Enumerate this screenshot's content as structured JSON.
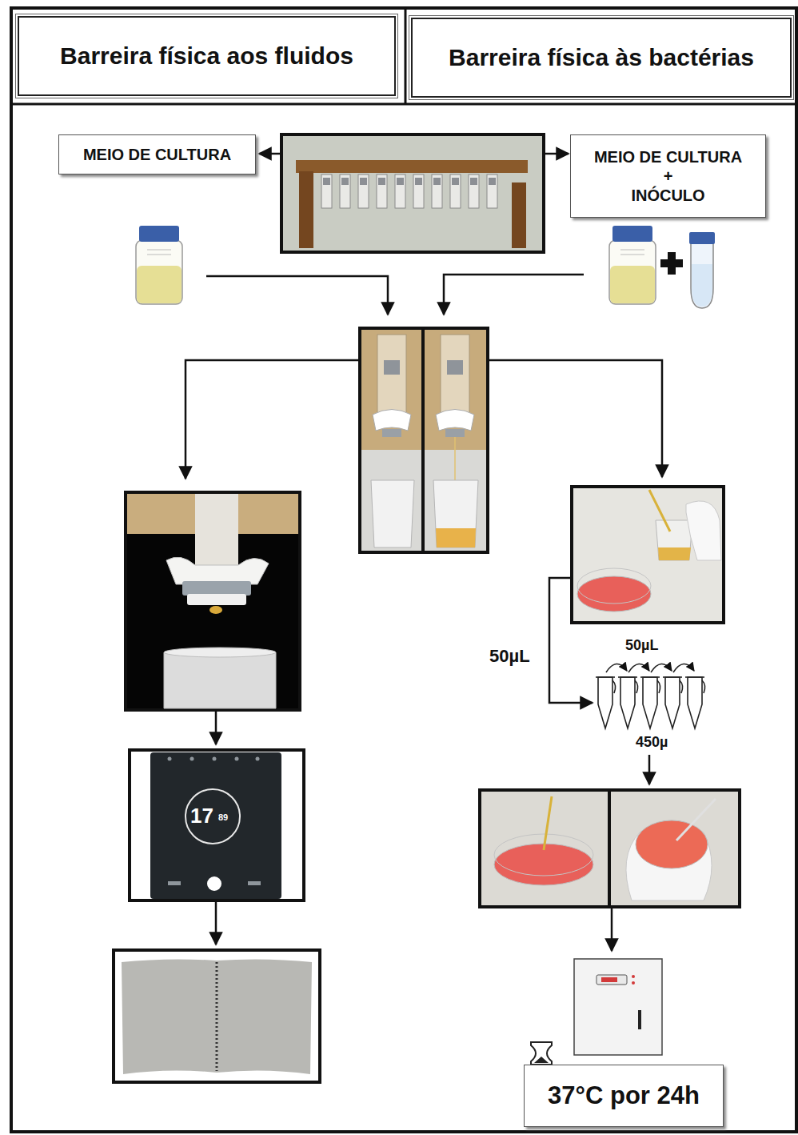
{
  "diagram": {
    "nodes": [
      {
        "text": [
          "Barreira física aos fluidos"
        ]
      },
      {
        "text": [
          "Barreira física às bactérias"
        ]
      },
      {
        "text": [
          "MEIO DE CULTURA"
        ]
      },
      {
        "text": [
          "MEIO DE CULTURA",
          "+",
          "INÓCULO"
        ]
      },
      {
        "text": [
          "37°C por 24h"
        ]
      }
    ],
    "labels": [
      "50µL",
      "50µL",
      "450µ",
      "17",
      "89"
    ]
  }
}
